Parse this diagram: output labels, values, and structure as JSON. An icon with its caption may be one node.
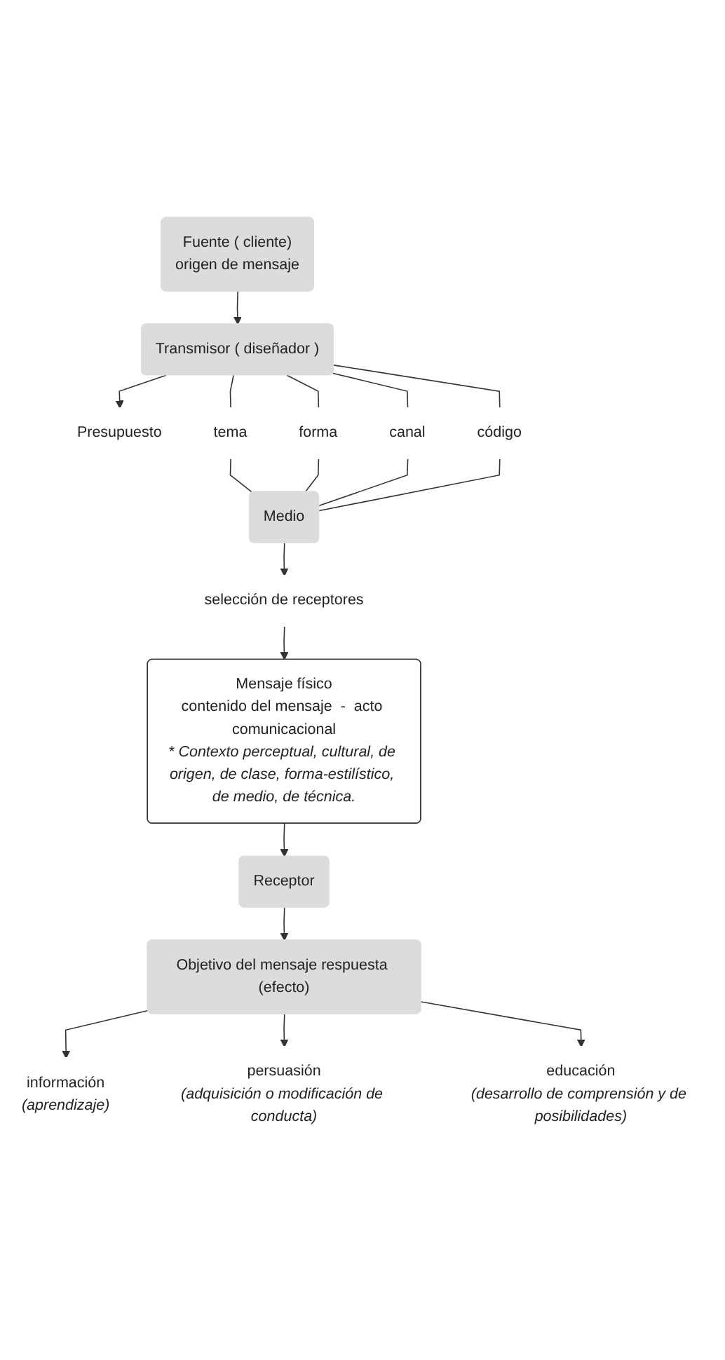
{
  "diagram": {
    "nodes": [
      {
        "text": [
          "Fuente ( cliente)",
          "origen de mensaje"
        ]
      },
      {
        "text": [
          "Transmisor ( diseñador )"
        ]
      },
      {
        "text": [
          "Presupuesto"
        ]
      },
      {
        "text": [
          "tema"
        ]
      },
      {
        "text": [
          "forma"
        ]
      },
      {
        "text": [
          "canal"
        ]
      },
      {
        "text": [
          "código"
        ]
      },
      {
        "text": [
          "Medio"
        ]
      },
      {
        "text": [
          "selección de receptores"
        ]
      },
      {
        "text": [
          "Mensaje físico",
          "contenido del mensaje  -  acto comunicacional",
          "* Contexto perceptual, cultural, de origen, de clase, forma-estilístico, de medio, de técnica."
        ]
      },
      {
        "text": [
          "Receptor"
        ]
      },
      {
        "text": [
          "Objetivo del mensaje respuesta (efecto)"
        ]
      },
      {
        "text": [
          "información",
          "(aprendizaje)"
        ]
      },
      {
        "text": [
          "persuasión",
          "(adquisición o modificación de conducta)"
        ]
      },
      {
        "text": [
          "educación",
          "(desarrollo de comprensión y de posibilidades)"
        ]
      }
    ],
    "edges": [
      {
        "from": 0,
        "to": 1,
        "arrow": "to"
      },
      {
        "from": 1,
        "to": 2,
        "arrow": "to"
      },
      {
        "from": 1,
        "to": 3,
        "arrow": "none"
      },
      {
        "from": 1,
        "to": 4,
        "arrow": "none"
      },
      {
        "from": 1,
        "to": 5,
        "arrow": "none"
      },
      {
        "from": 1,
        "to": 6,
        "arrow": "none"
      },
      {
        "from": 3,
        "to": 7,
        "arrow": "none"
      },
      {
        "from": 4,
        "to": 7,
        "arrow": "none"
      },
      {
        "from": 5,
        "to": 7,
        "arrow": "none"
      },
      {
        "from": 6,
        "to": 7,
        "arrow": "none"
      },
      {
        "from": 7,
        "to": 8,
        "arrow": "to"
      },
      {
        "from": 8,
        "to": 9,
        "arrow": "to"
      },
      {
        "from": 9,
        "to": 10,
        "arrow": "to"
      },
      {
        "from": 10,
        "to": 11,
        "arrow": "to"
      },
      {
        "from": 11,
        "to": 12,
        "arrow": "to"
      },
      {
        "from": 11,
        "to": 13,
        "arrow": "to"
      },
      {
        "from": 11,
        "to": 14,
        "arrow": "to"
      }
    ]
  }
}
